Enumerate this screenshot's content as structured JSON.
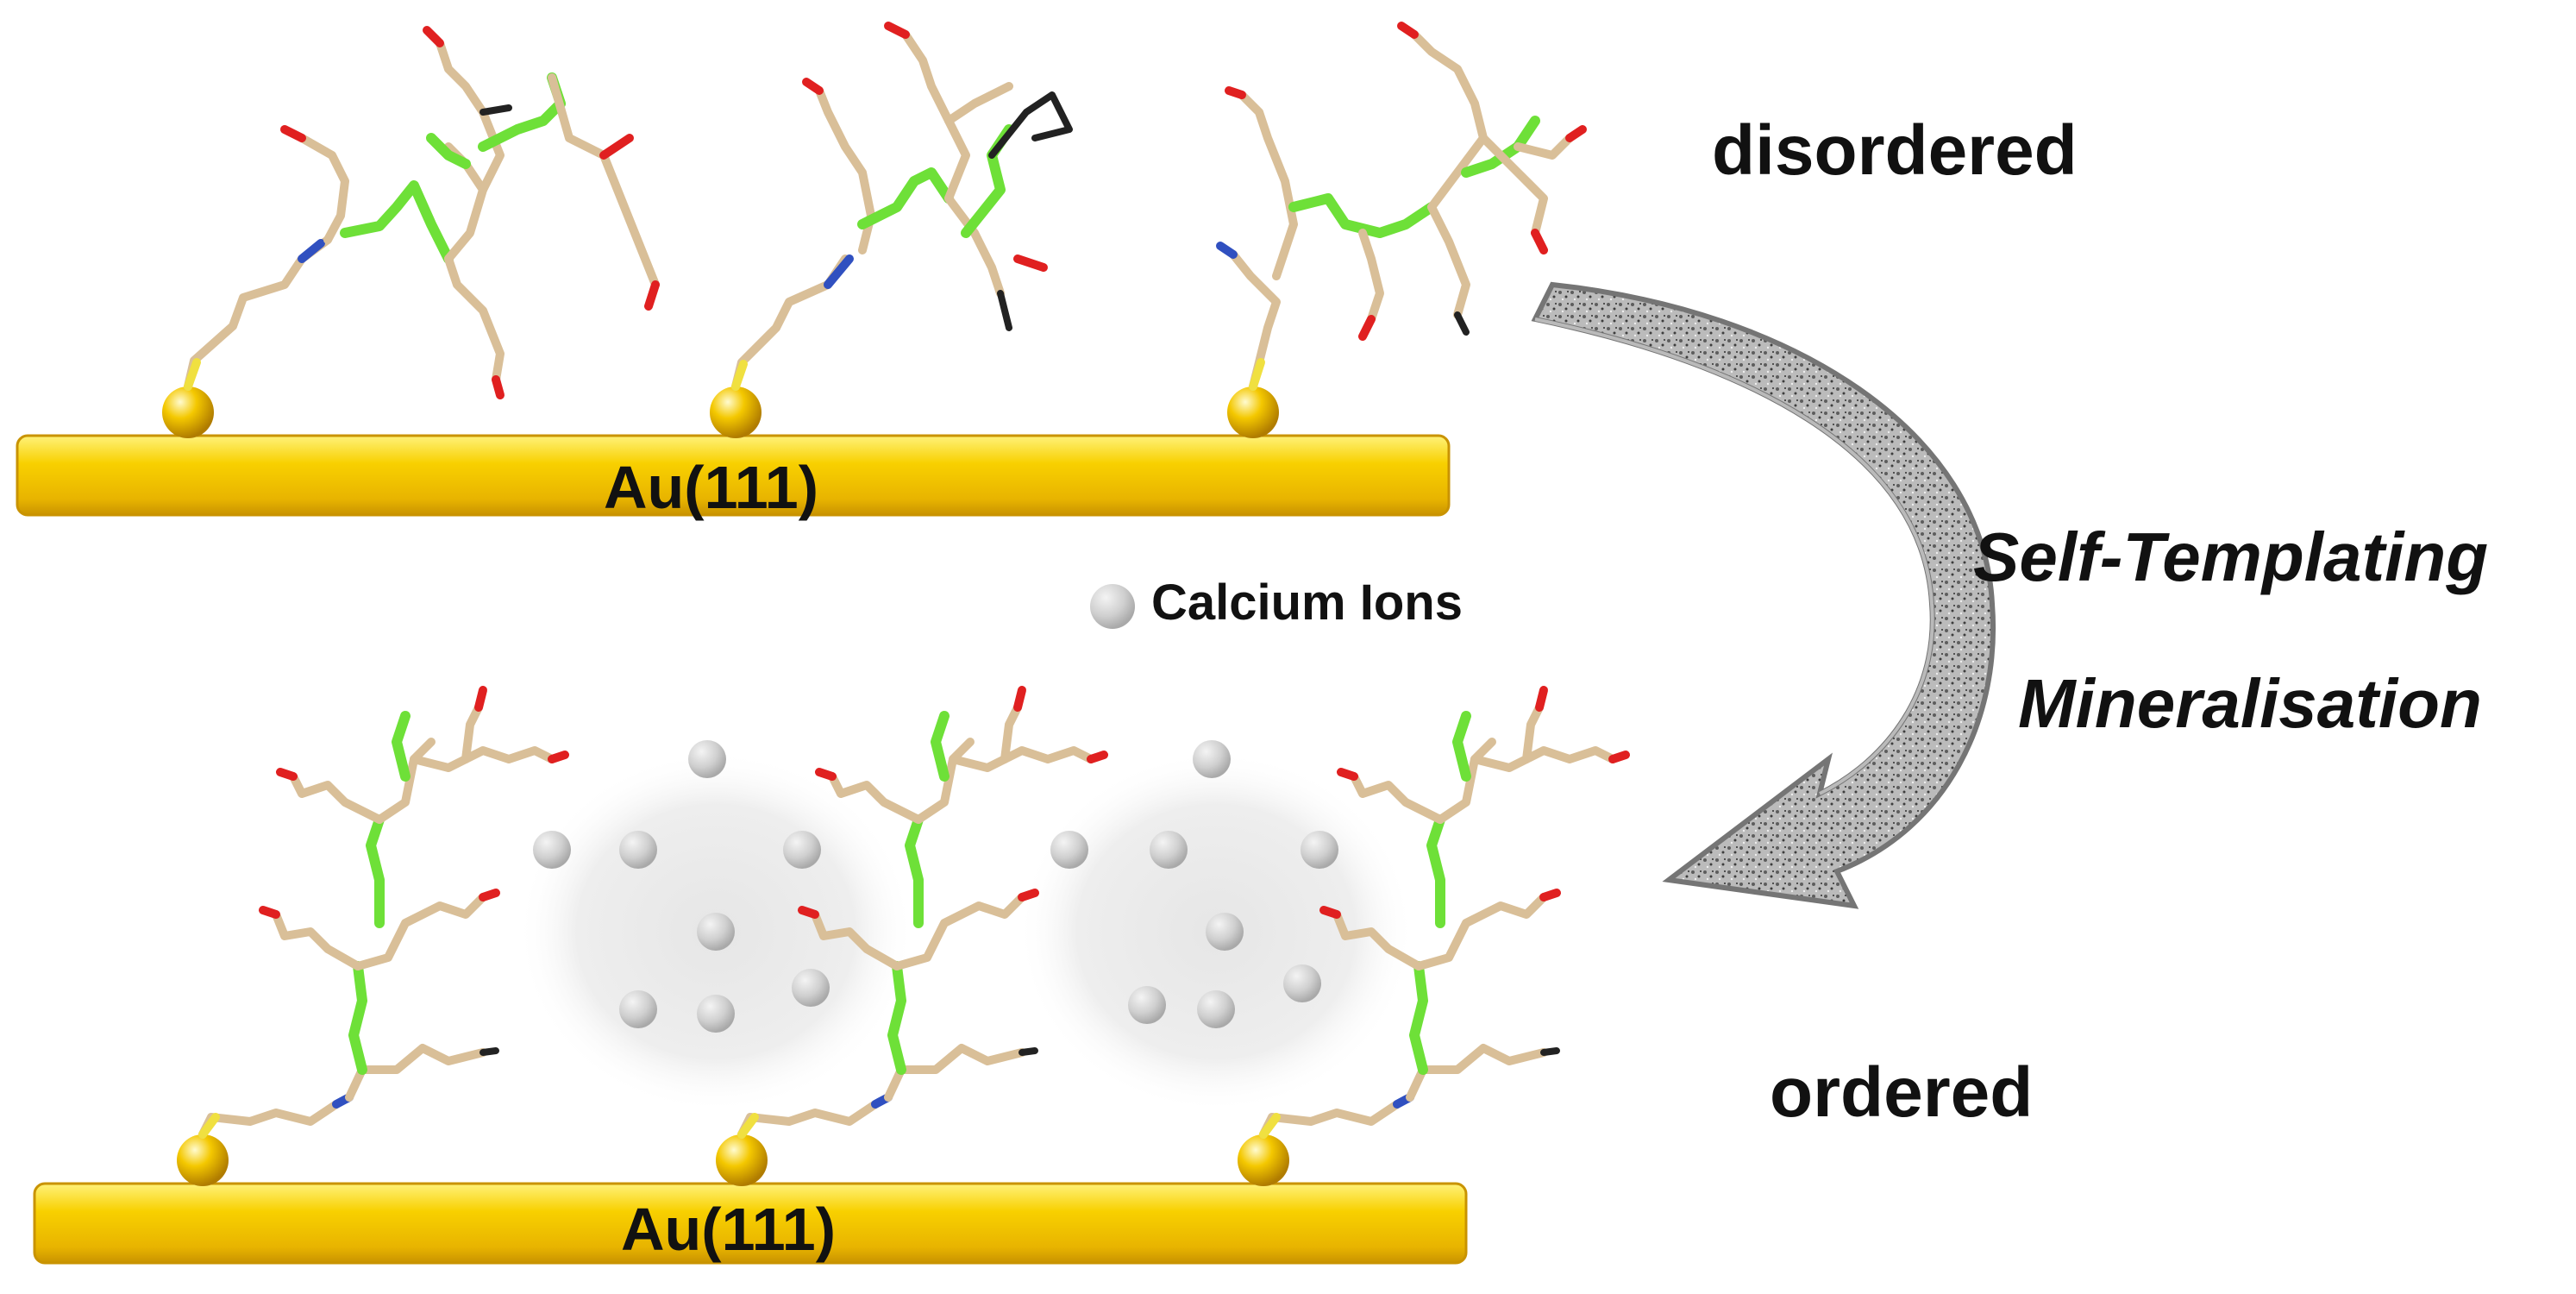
{
  "labels": {
    "disordered": "disordered",
    "ordered": "ordered",
    "substrate_top": "Au(111)",
    "substrate_bottom": "Au(111)",
    "legend_calcium": "Calcium Ions",
    "process_line1": "Self-Templating",
    "process_line2": "Mineralisation"
  },
  "colors": {
    "gold": "#f2c200",
    "gold_dark": "#c99300",
    "backbone": "#d9bf98",
    "peptide_green": "#6ee038",
    "oxygen_red": "#e02020",
    "nitrogen_blue": "#3050c0",
    "sulfur_yellow": "#f0e040",
    "calcium_grey": "#c8c8c8",
    "arrow_grey": "#7a7a7a"
  },
  "icons": {
    "arrow": "curved-arrow-icon",
    "calcium": "calcium-ion-icon",
    "anchor": "gold-atom-icon"
  }
}
